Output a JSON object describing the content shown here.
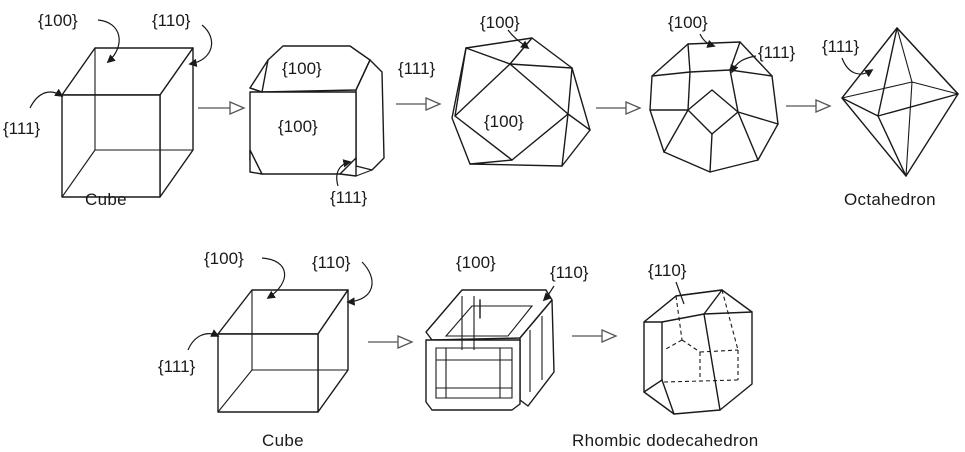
{
  "labels": {
    "miller_100": "{100}",
    "miller_110": "{110}",
    "miller_111": "{111}"
  },
  "captions": {
    "cube_top": "Cube",
    "octahedron": "Octahedron",
    "cube_bottom": "Cube",
    "rhombic_dodecahedron": "Rhombic dodecahedron"
  },
  "colors": {
    "line": "#1a1a1a",
    "arrow": "#555555",
    "background": "#ffffff"
  }
}
